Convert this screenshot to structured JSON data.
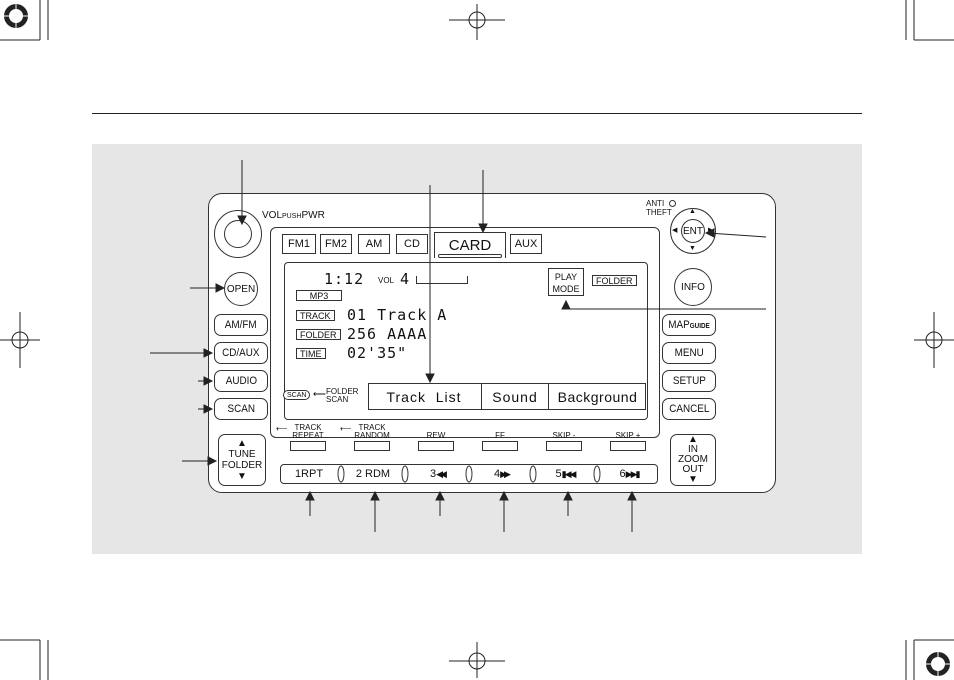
{
  "vol_label": "VOL",
  "vol_sub": "PUSH",
  "vol_pwr": "PWR",
  "anti_theft": [
    "ANTI",
    "THEFT"
  ],
  "left_buttons": [
    "OPEN",
    "AM/FM",
    "CD/AUX",
    "AUDIO",
    "SCAN"
  ],
  "tune_folder": [
    "TUNE",
    "FOLDER"
  ],
  "right_buttons": {
    "ent": "ENT",
    "info": "INFO",
    "map": "MAP",
    "map_sub": "GUIDE",
    "menu": "MENU",
    "setup": "SETUP",
    "cancel": "CANCEL"
  },
  "zoom": [
    "IN",
    "ZOOM",
    "OUT"
  ],
  "tabs": [
    "FM1",
    "FM2",
    "AM",
    "CD",
    "CARD",
    "AUX"
  ],
  "display": {
    "time": "1:12",
    "vol_label": "VOL",
    "vol_value": "4",
    "mp3": "MP3",
    "track_label": "TRACK",
    "track_value": "01  Track  A",
    "folder_label": "FOLDER",
    "folder_value": "256  AAAA",
    "time_label": "TIME",
    "time_value": "02'35\"",
    "play_mode": [
      "PLAY",
      "MODE"
    ],
    "folder_tag": "FOLDER",
    "scan": "SCAN",
    "folder_scan": [
      "FOLDER",
      "SCAN"
    ]
  },
  "soft_keys": [
    "Track  List",
    "Sound",
    "Background"
  ],
  "preset_labels": [
    [
      "TRACK",
      "REPEAT"
    ],
    [
      "TRACK",
      "RANDOM"
    ],
    [
      "REW"
    ],
    [
      "FF"
    ],
    [
      "SKIP -"
    ],
    [
      "SKIP +"
    ]
  ],
  "presets": [
    "1RPT",
    "2 RDM",
    "3",
    "4",
    "5",
    "6"
  ]
}
